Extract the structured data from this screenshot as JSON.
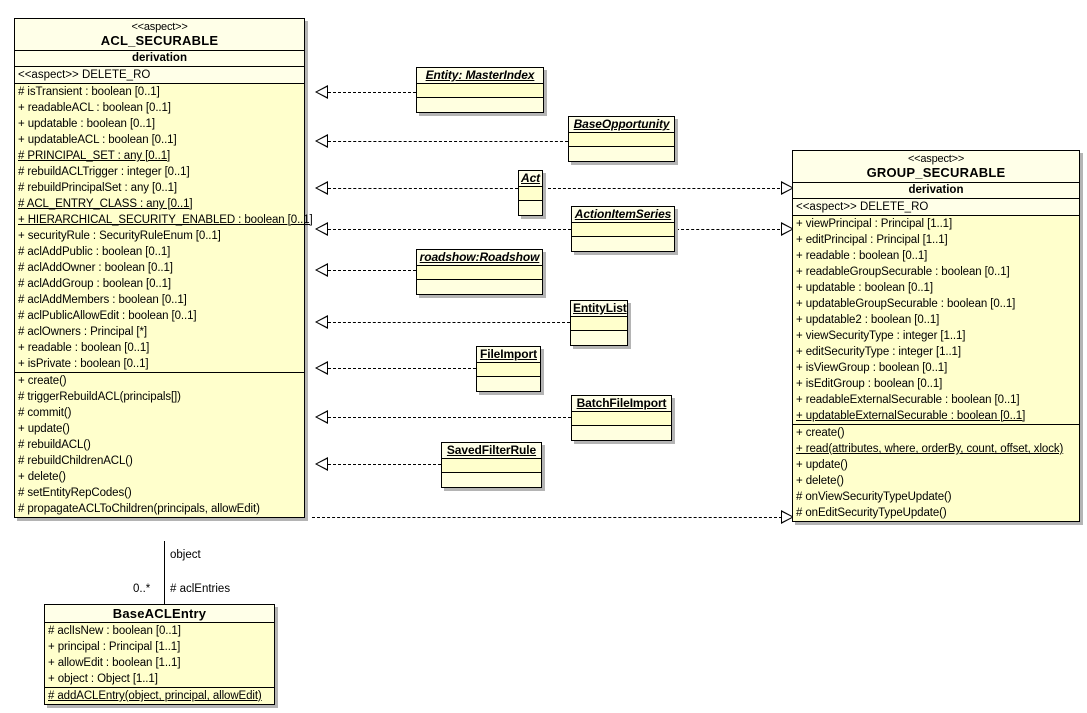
{
  "diagram": {
    "type": "uml-class-diagram",
    "colors": {
      "body_fill": "#ffffcc",
      "header_fill": "#ffffe8",
      "border": "#000000",
      "shadow": "#b4b4b4",
      "background": "#ffffff"
    }
  },
  "acl_securable": {
    "stereotype": "<<aspect>>",
    "name": "ACL_SECURABLE",
    "derivation": "derivation",
    "aspect_delete": "<<aspect>> DELETE_RO",
    "attributes": [
      {
        "text": "# isTransient : boolean [0..1]",
        "static": false
      },
      {
        "text": "+ readableACL : boolean [0..1]",
        "static": false
      },
      {
        "text": "+ updatable : boolean [0..1]",
        "static": false
      },
      {
        "text": "+ updatableACL : boolean [0..1]",
        "static": false
      },
      {
        "text": "# PRINCIPAL_SET : any [0..1]",
        "static": true
      },
      {
        "text": "# rebuildACLTrigger : integer [0..1]",
        "static": false
      },
      {
        "text": "# rebuildPrincipalSet : any [0..1]",
        "static": false
      },
      {
        "text": "# ACL_ENTRY_CLASS : any [0..1]",
        "static": true
      },
      {
        "text": "+ HIERARCHICAL_SECURITY_ENABLED : boolean [0..1]",
        "static": true
      },
      {
        "text": "+ securityRule : SecurityRuleEnum [0..1]",
        "static": false
      },
      {
        "text": "# aclAddPublic : boolean [0..1]",
        "static": false
      },
      {
        "text": "# aclAddOwner : boolean [0..1]",
        "static": false
      },
      {
        "text": "# aclAddGroup : boolean [0..1]",
        "static": false
      },
      {
        "text": "# aclAddMembers : boolean [0..1]",
        "static": false
      },
      {
        "text": "# aclPublicAllowEdit : boolean [0..1]",
        "static": false
      },
      {
        "text": "# aclOwners : Principal [*]",
        "static": false
      },
      {
        "text": "+ readable : boolean [0..1]",
        "static": false
      },
      {
        "text": "+ isPrivate : boolean [0..1]",
        "static": false
      }
    ],
    "operations": [
      {
        "text": "+ create()",
        "static": false
      },
      {
        "text": "# triggerRebuildACL(principals[])",
        "static": false
      },
      {
        "text": "# commit()",
        "static": false
      },
      {
        "text": "+ update()",
        "static": false
      },
      {
        "text": "# rebuildACL()",
        "static": false
      },
      {
        "text": "# rebuildChildrenACL()",
        "static": false
      },
      {
        "text": "+ delete()",
        "static": false
      },
      {
        "text": "# setEntityRepCodes()",
        "static": false
      },
      {
        "text": "# propagateACLToChildren(principals, allowEdit)",
        "static": false
      }
    ]
  },
  "group_securable": {
    "stereotype": "<<aspect>>",
    "name": "GROUP_SECURABLE",
    "derivation": "derivation",
    "aspect_delete": "<<aspect>> DELETE_RO",
    "attributes": [
      {
        "text": "+ viewPrincipal : Principal [1..1]",
        "static": false
      },
      {
        "text": "+ editPrincipal : Principal [1..1]",
        "static": false
      },
      {
        "text": "+ readable : boolean [0..1]",
        "static": false
      },
      {
        "text": "+ readableGroupSecurable : boolean [0..1]",
        "static": false
      },
      {
        "text": "+ updatable : boolean [0..1]",
        "static": false
      },
      {
        "text": "+ updatableGroupSecurable : boolean [0..1]",
        "static": false
      },
      {
        "text": "+ updatable2 : boolean [0..1]",
        "static": false
      },
      {
        "text": "+ viewSecurityType : integer [1..1]",
        "static": false
      },
      {
        "text": "+ editSecurityType : integer [1..1]",
        "static": false
      },
      {
        "text": "+ isViewGroup : boolean [0..1]",
        "static": false
      },
      {
        "text": "+ isEditGroup : boolean [0..1]",
        "static": false
      },
      {
        "text": "+ readableExternalSecurable : boolean [0..1]",
        "static": false
      },
      {
        "text": "+ updatableExternalSecurable : boolean [0..1]",
        "static": true
      }
    ],
    "operations": [
      {
        "text": "+ create()",
        "static": false
      },
      {
        "text": "+ read(attributes, where, orderBy, count, offset, xlock)",
        "static": true
      },
      {
        "text": "+ update()",
        "static": false
      },
      {
        "text": "+ delete()",
        "static": false
      },
      {
        "text": "# onViewSecurityTypeUpdate()",
        "static": false
      },
      {
        "text": "# onEditSecurityTypeUpdate()",
        "static": false
      }
    ]
  },
  "base_acl_entry": {
    "name": "BaseACLEntry",
    "attributes": [
      {
        "text": "# aclIsNew : boolean [0..1]",
        "static": false
      },
      {
        "text": "+ principal : Principal [1..1]",
        "static": false
      },
      {
        "text": "+ allowEdit : boolean [1..1]",
        "static": false
      },
      {
        "text": "+ object : Object [1..1]",
        "static": false
      }
    ],
    "operations": [
      {
        "text": "# addACLEntry(object, principal, allowEdit)",
        "static": true
      }
    ]
  },
  "realizing_classes": [
    {
      "name": "Entity: MasterIndex",
      "italic": true
    },
    {
      "name": "BaseOpportunity",
      "italic": true
    },
    {
      "name": "Act",
      "italic": true
    },
    {
      "name": "ActionItemSeries",
      "italic": true
    },
    {
      "name": "roadshow:Roadshow",
      "italic": true
    },
    {
      "name": "EntityList",
      "italic": false
    },
    {
      "name": "FileImport",
      "italic": false
    },
    {
      "name": "BatchFileImport",
      "italic": false
    },
    {
      "name": "SavedFilterRule",
      "italic": false
    }
  ],
  "association": {
    "role_source": "object",
    "multiplicity": "0..*",
    "role_target": "# aclEntries"
  }
}
